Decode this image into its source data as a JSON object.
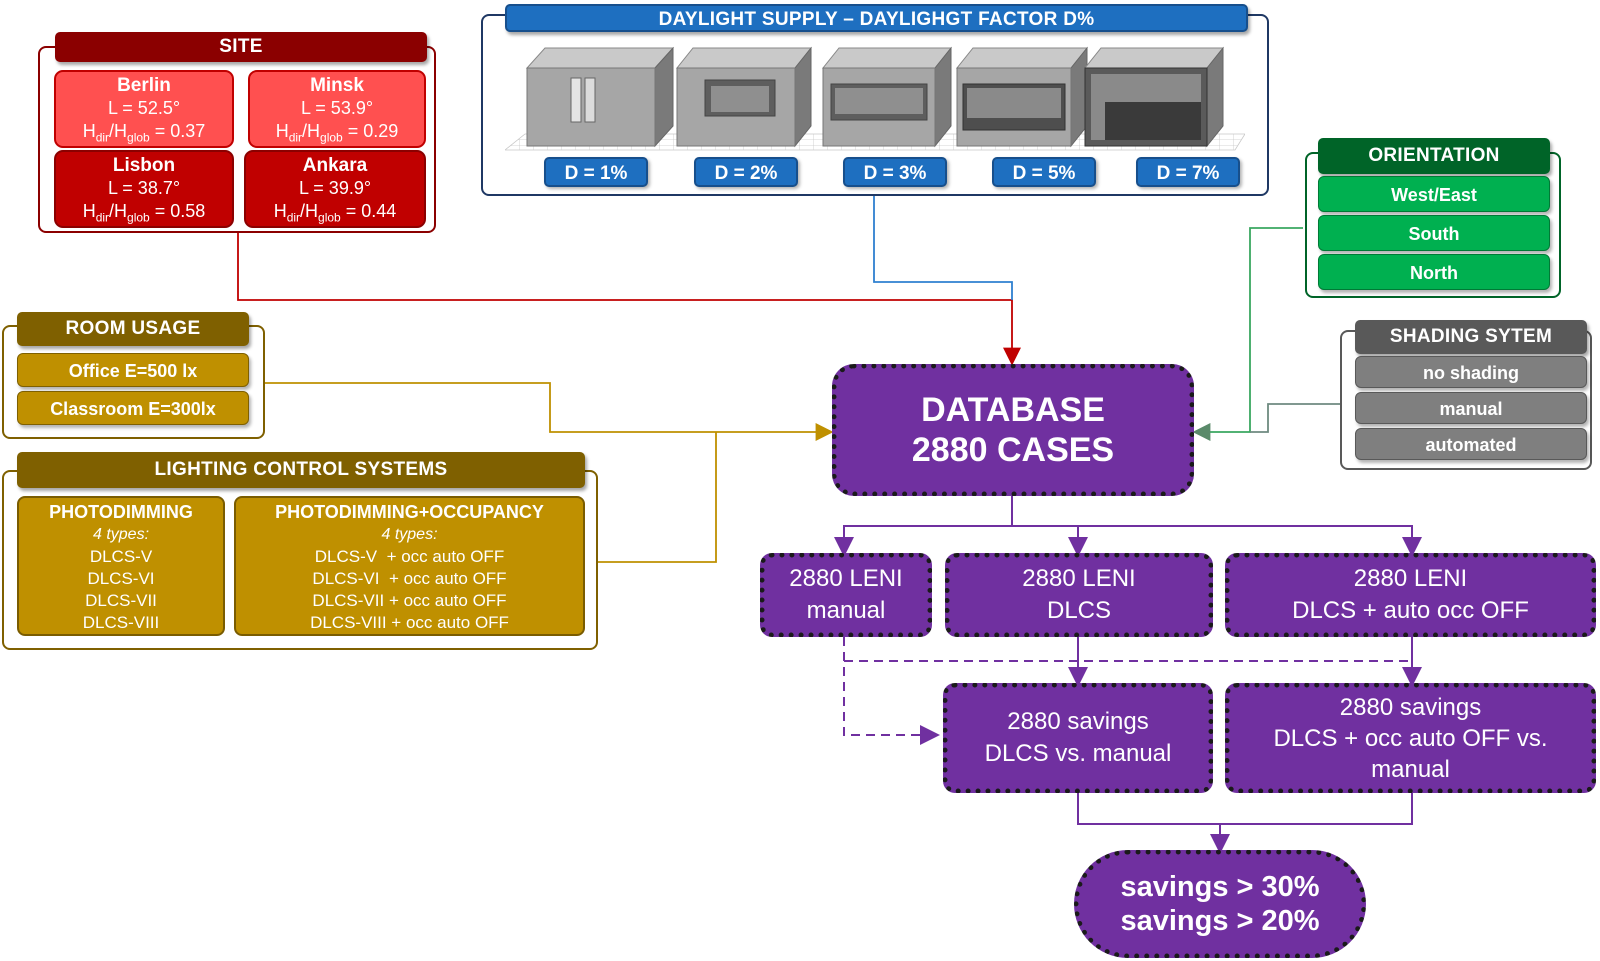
{
  "site": {
    "title": "SITE",
    "cities": [
      {
        "name": "Berlin",
        "latitude": "L = 52.5°",
        "ratio_label": "Hdir/Hglob",
        "ratio_value": " = 0.37"
      },
      {
        "name": "Minsk",
        "latitude": "L = 53.9°",
        "ratio_label": "Hdir/Hglob",
        "ratio_value": " = 0.29"
      },
      {
        "name": "Lisbon",
        "latitude": "L = 38.7°",
        "ratio_label": "Hdir/Hglob",
        "ratio_value": " = 0.58"
      },
      {
        "name": "Ankara",
        "latitude": "L = 39.9°",
        "ratio_label": "Hdir/Hglob",
        "ratio_value": " = 0.44"
      }
    ],
    "colors": {
      "header": "#8b0000",
      "light_cell": "#ff5050",
      "dark_cell": "#c00000"
    }
  },
  "daylight": {
    "title": "DAYLIGHT SUPPLY – DAYLIGHGT FACTOR D%",
    "factors": [
      "D = 1%",
      "D = 2%",
      "D = 3%",
      "D = 5%",
      "D = 7%"
    ],
    "color": "#1e6fc0"
  },
  "orientation": {
    "title": "ORIENTATION",
    "options": [
      "West/East",
      "South",
      "North"
    ],
    "colors": {
      "header": "#006428",
      "option": "#00b050"
    }
  },
  "shading": {
    "title": "SHADING SYTEM",
    "options": [
      "no shading",
      "manual",
      "automated"
    ],
    "colors": {
      "header": "#595959",
      "option": "#7f7f7f"
    }
  },
  "room_usage": {
    "title": "ROOM USAGE",
    "options": [
      "Office E=500 lx",
      "Classroom E=300lx"
    ],
    "colors": {
      "header": "#7f6000",
      "option": "#bf9000"
    }
  },
  "lighting_control": {
    "title": "LIGHTING CONTROL SYSTEMS",
    "photodimming": {
      "title": "PHOTODIMMING",
      "subtitle": "4 types:",
      "items": [
        "DLCS-V",
        "DLCS-VI",
        "DLCS-VII",
        "DLCS-VIII"
      ]
    },
    "photodimming_occupancy": {
      "title": "PHOTODIMMING+OCCUPANCY",
      "subtitle": "4 types:",
      "items": [
        "DLCS-V  + occ auto OFF",
        "DLCS-VI  + occ auto OFF",
        "DLCS-VII + occ auto OFF",
        "DLCS-VIII + occ auto OFF"
      ]
    }
  },
  "database": {
    "line1": "DATABASE",
    "line2": "2880 CASES",
    "color": "#7030a0"
  },
  "leni": [
    {
      "line1": "2880 LENI",
      "line2": "manual"
    },
    {
      "line1": "2880 LENI",
      "line2": "DLCS"
    },
    {
      "line1": "2880 LENI",
      "line2": "DLCS + auto occ OFF"
    }
  ],
  "savings": [
    {
      "lines": [
        "2880 savings",
        "DLCS vs. manual"
      ]
    },
    {
      "lines": [
        "2880 savings",
        "DLCS + occ auto OFF vs.",
        "manual"
      ]
    }
  ],
  "result": {
    "lines": [
      "savings > 30%",
      "savings > 20%"
    ]
  }
}
